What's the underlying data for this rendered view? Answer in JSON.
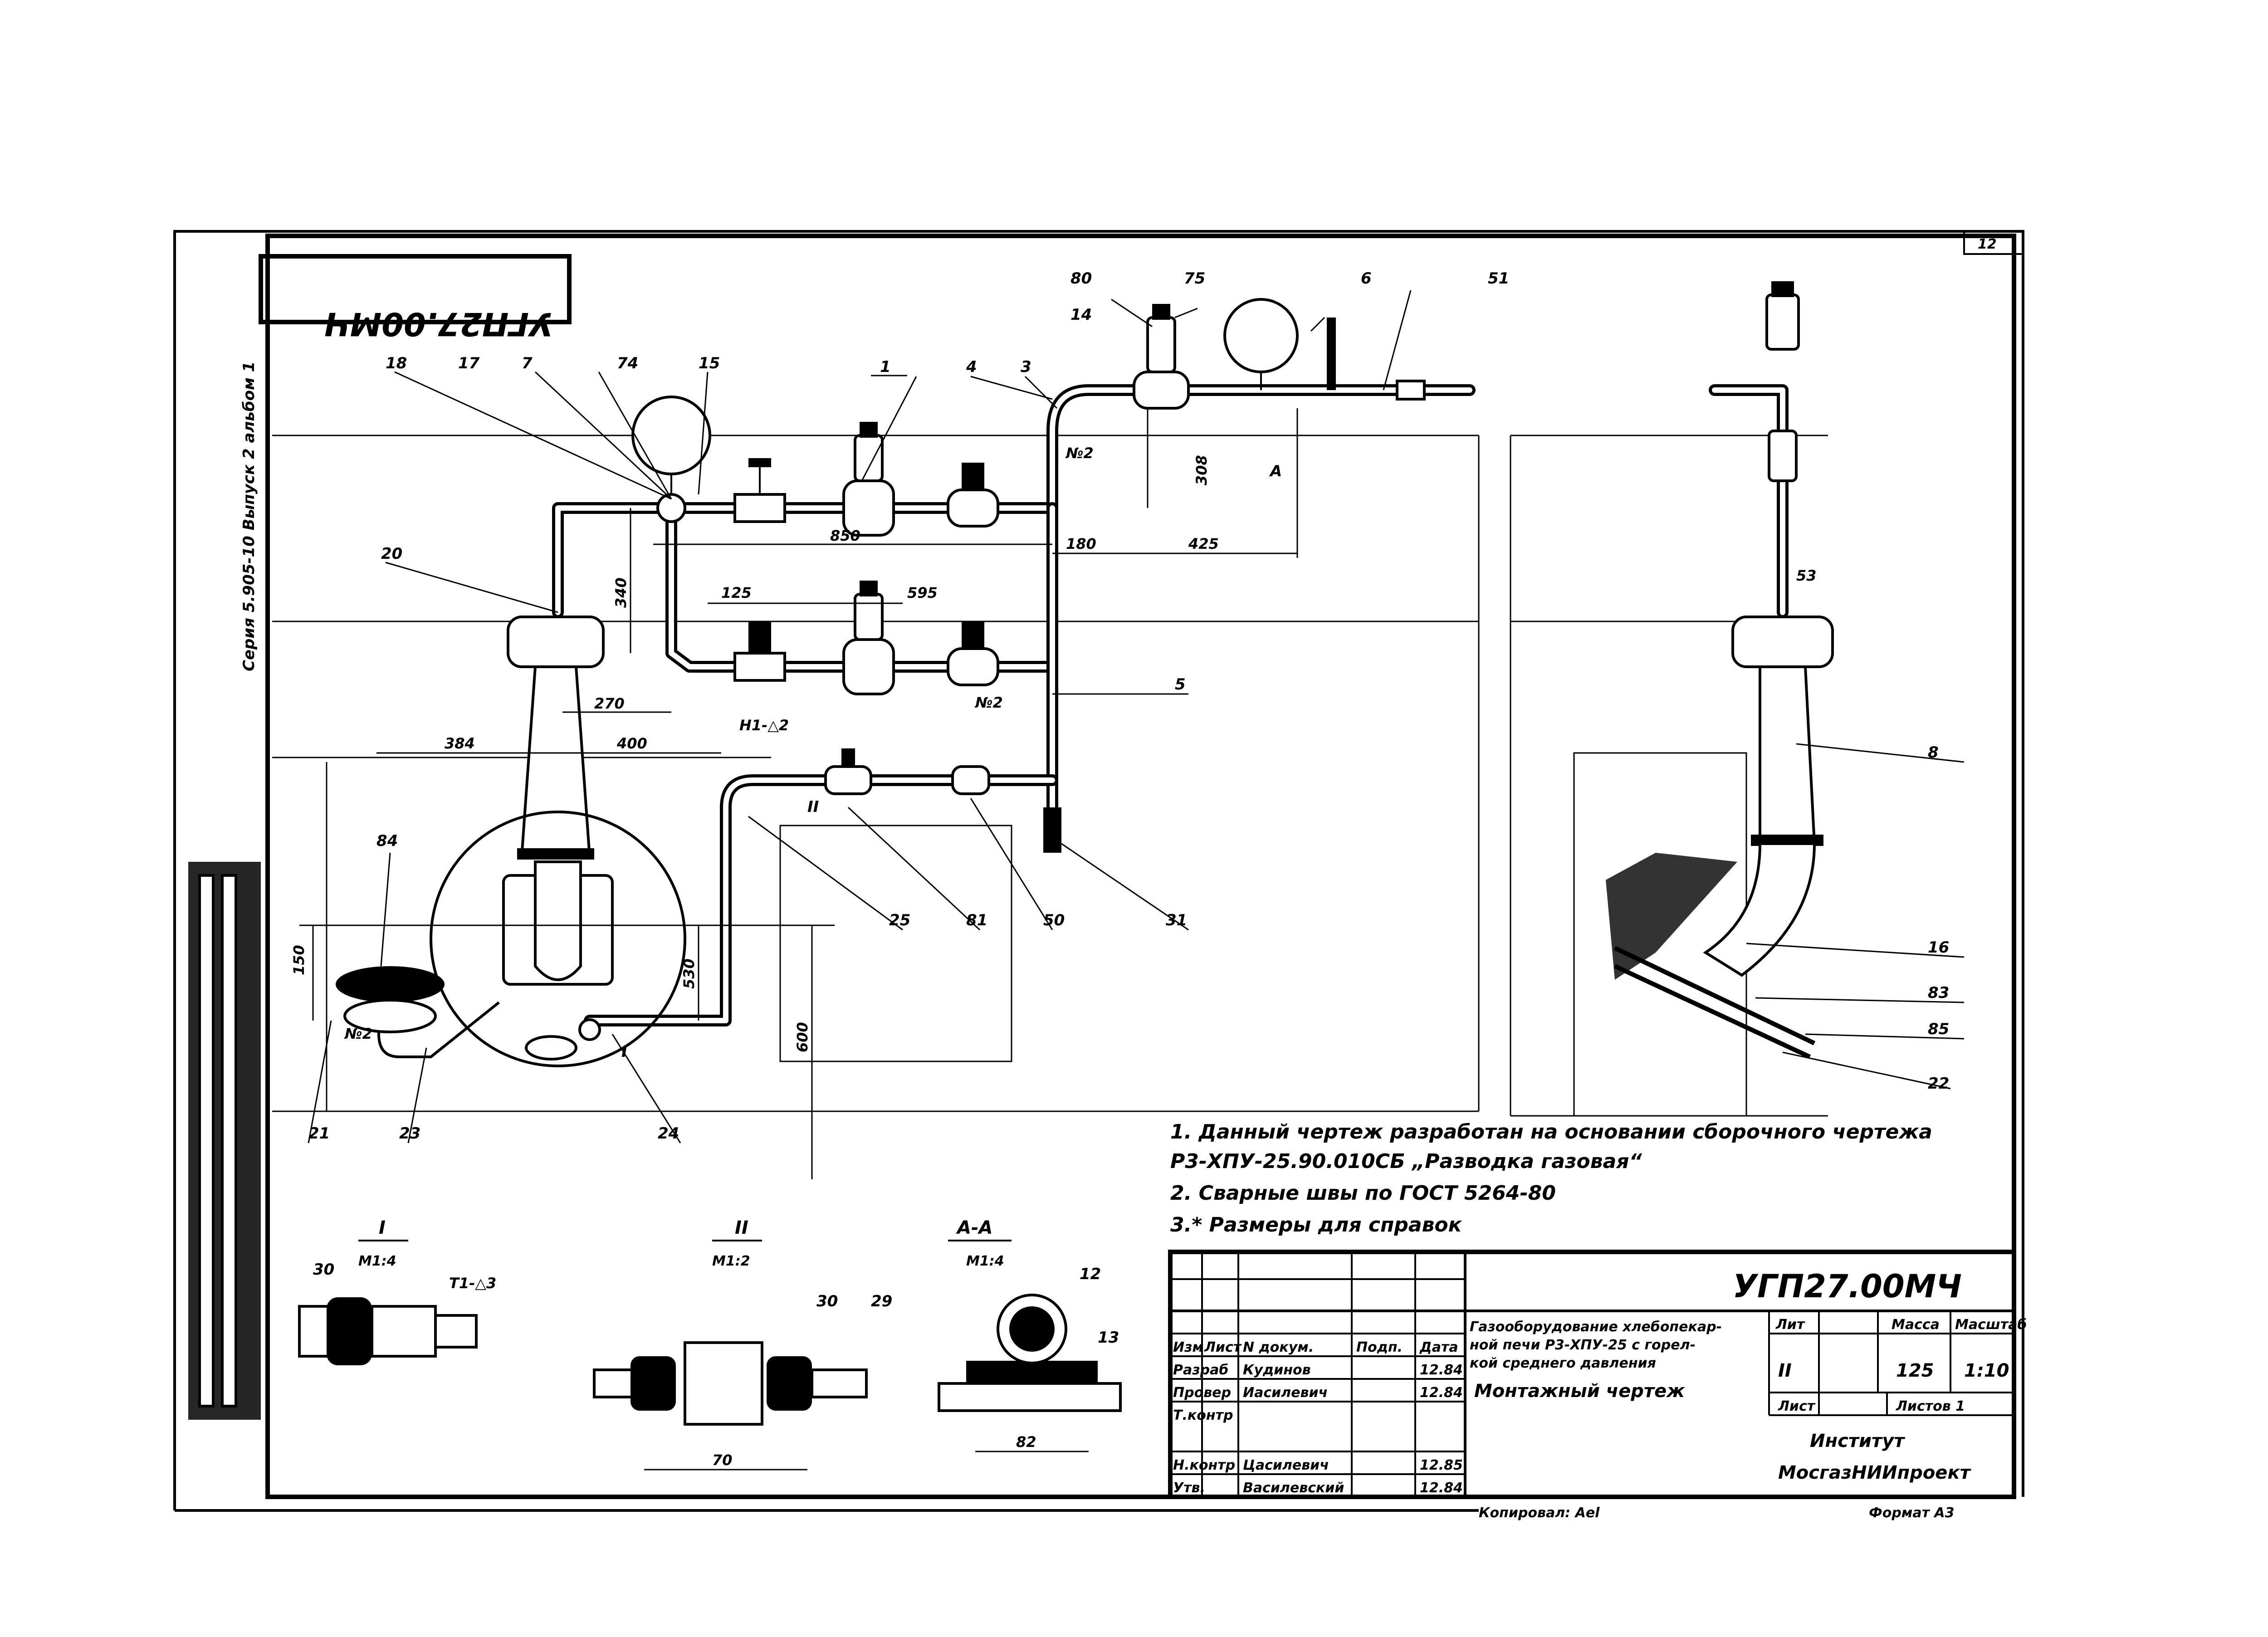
{
  "sheet": {
    "page_number": "12",
    "stamp_mirrored": "УГП27.00МЧ",
    "side_text": "Серия 5.905-10  Выпуск 2  альбом 1",
    "copied_by": "Копировал: Ael",
    "format": "Формат А3"
  },
  "callouts": {
    "c1": "1",
    "c3": "3",
    "c4": "4",
    "c5": "5",
    "c6": "6",
    "c7": "7",
    "c8": "8",
    "c14": "14",
    "c15": "15",
    "c16": "16",
    "c17": "17",
    "c18": "18",
    "c20": "20",
    "c21": "21",
    "c22": "22",
    "c23": "23",
    "c24": "24",
    "c25": "25",
    "c31": "31",
    "c50": "50",
    "c51": "51",
    "c74": "74",
    "c75": "75",
    "c80": "80",
    "c81": "81",
    "c83": "83",
    "c84": "84",
    "c85": "85",
    "cI": "I",
    "cII": "II",
    "cA": "А"
  },
  "dimensions": {
    "d308": "308",
    "d850": "850",
    "d180": "180",
    "d425": "425",
    "d340": "340",
    "d125": "125",
    "d595": "595",
    "d270": "270",
    "d384": "384",
    "d400": "400",
    "d150": "150",
    "d530": "530",
    "d600": "600",
    "d53": "53",
    "weld1": "№2",
    "weld2": "№2",
    "weld3": "№2",
    "weld_h1": "Н1-△2"
  },
  "notes": [
    "1.  Данный чертеж разработан на основании сборочного чертежа",
    "     Р3-ХПУ-25.90.010СБ „Разводка газовая“",
    "2.  Сварные швы по ГОСТ  5264-80",
    "3.* Размеры для справок"
  ],
  "details": {
    "d1_title": "I",
    "d1_scale": "М1:4",
    "d1_c30": "30",
    "d1_weld": "Т1-△3",
    "d2_title": "II",
    "d2_scale": "М1:2",
    "d2_c30": "30",
    "d2_c29": "29",
    "d2_dim": "70",
    "d3_title": "А-А",
    "d3_scale": "М1:4",
    "d3_c12": "12",
    "d3_c13": "13",
    "d3_dim": "82"
  },
  "title_block": {
    "designation": "УГП27.00МЧ",
    "name_1": "Газооборудование хлебопекар-",
    "name_2": "ной печи Р3-ХПУ-25 с горел-",
    "name_3": "кой среднего давления",
    "doc_type": "Монтажный чертеж",
    "h_izm": "Изм",
    "h_list": "Лист",
    "h_ndoc": "N докум.",
    "h_podp": "Подп.",
    "h_data": "Дата",
    "r1_role": "Разраб",
    "r1_name": "Кудинов",
    "r1_date": "12.84",
    "r2_role": "Провер",
    "r2_name": "Иасилевич",
    "r2_date": "12.84",
    "r3_role": "Т.контр",
    "r4_role": "Н.контр",
    "r4_name": "Цасилевич",
    "r4_date": "12.85",
    "r5_role": "Утв.",
    "r5_name": "Василевский",
    "r5_date": "12.84",
    "lit_h": "Лит",
    "mass_h": "Масса",
    "scale_h": "Масштаб",
    "lit": "II",
    "mass": "125",
    "scale": "1:10",
    "sheet_h": "Лист",
    "sheets": "Листов 1",
    "institute_1": "Институт",
    "institute_2": "МосгазНИИпроект"
  }
}
